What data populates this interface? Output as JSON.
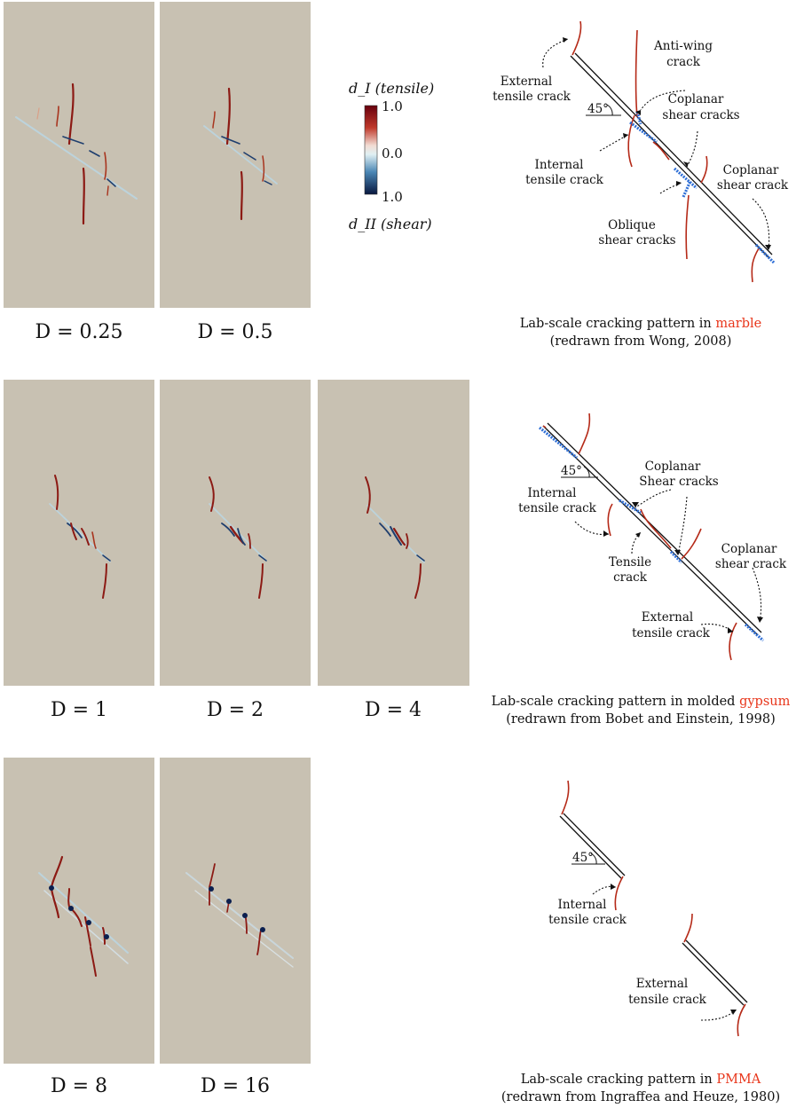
{
  "simulation": {
    "row1": [
      {
        "label": "D = 0.25"
      },
      {
        "label": "D = 0.5"
      }
    ],
    "row2": [
      {
        "label": "D = 1"
      },
      {
        "label": "D = 2"
      },
      {
        "label": "D = 4"
      }
    ],
    "row3": [
      {
        "label": "D = 8"
      },
      {
        "label": "D = 16"
      }
    ]
  },
  "colorbar": {
    "top_title": "d_I (tensile)",
    "bottom_title": "d_II (shear)",
    "tick_top": "1.0",
    "tick_mid": "0.0",
    "tick_bottom": "1.0",
    "colors": {
      "tensile": "#6b0d12",
      "mid": "#f4f1ea",
      "shear": "#0b1f4f"
    }
  },
  "schematics": {
    "marble": {
      "angle": "45°",
      "labels": {
        "external_tensile_1": "External",
        "external_tensile_2": "tensile crack",
        "anti_wing_1": "Anti-wing",
        "anti_wing_2": "crack",
        "coplanar_1": "Coplanar",
        "coplanar_2": "shear cracks",
        "internal_tensile_1": "Internal",
        "internal_tensile_2": "tensile crack",
        "coplanar_single_1": "Coplanar",
        "coplanar_single_2": "shear crack",
        "oblique_1": "Oblique",
        "oblique_2": "shear cracks"
      },
      "caption_pre": "Lab-scale cracking pattern in ",
      "caption_material": "marble",
      "caption_line2": "(redrawn from Wong, 2008)"
    },
    "gypsum": {
      "angle": "45°",
      "labels": {
        "coplanar_1": "Coplanar",
        "coplanar_2": "Shear cracks",
        "internal_tensile_1": "Internal",
        "internal_tensile_2": "tensile crack",
        "tensile_1": "Tensile",
        "tensile_2": "crack",
        "coplanar_single_1": "Coplanar",
        "coplanar_single_2": "shear crack",
        "external_tensile_1": "External",
        "external_tensile_2": "tensile crack"
      },
      "caption_pre": "Lab-scale cracking pattern in molded ",
      "caption_material": "gypsum",
      "caption_line2": "(redrawn from Bobet and Einstein, 1998)"
    },
    "pmma": {
      "angle": "45°",
      "labels": {
        "internal_tensile_1": "Internal",
        "internal_tensile_2": "tensile crack",
        "external_tensile_1": "External",
        "external_tensile_2": "tensile crack"
      },
      "caption_pre": "Lab-scale cracking pattern in ",
      "caption_material": "PMMA",
      "caption_line2": "(redrawn from Ingraffea and Heuze, 1980)"
    }
  }
}
